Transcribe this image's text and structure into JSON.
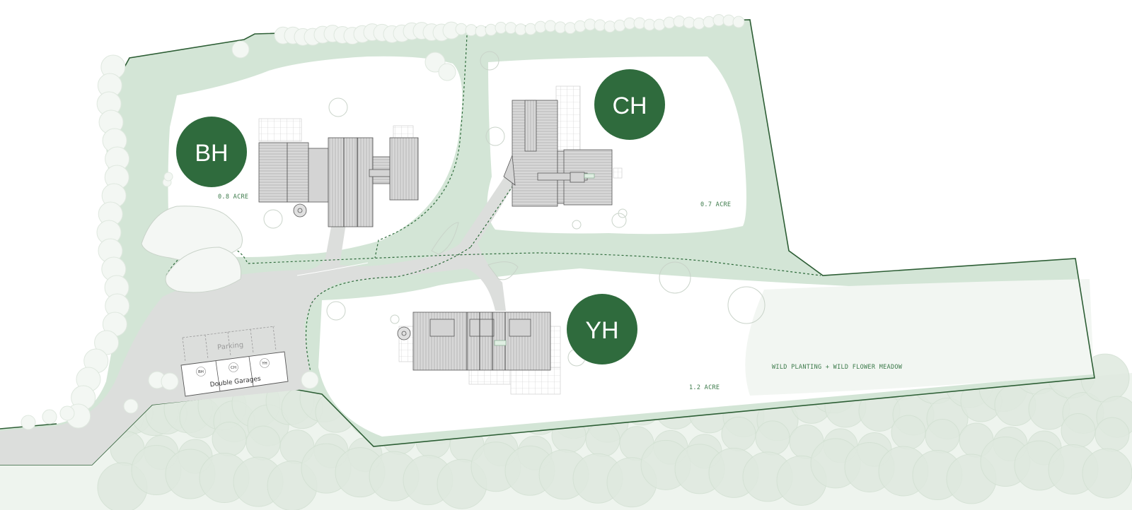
{
  "colors": {
    "brand_green": "#2f6b3d",
    "boundary_green": "#2d5e35",
    "verge_green": "#d3e5d6",
    "road_grey": "#dcdedc",
    "woodland": "#e3ece3"
  },
  "houses": [
    {
      "code": "BH",
      "acreage": "0.8 ACRE"
    },
    {
      "code": "CH",
      "acreage": "0.7 ACRE"
    },
    {
      "code": "YH",
      "acreage": "1.2 ACRE"
    }
  ],
  "meadow_label": "WILD PLANTING + WILD FLOWER MEADOW",
  "parking": {
    "label": "Parking",
    "garages_label": "Double Garages",
    "bays": [
      "BH",
      "CH",
      "YH"
    ]
  }
}
